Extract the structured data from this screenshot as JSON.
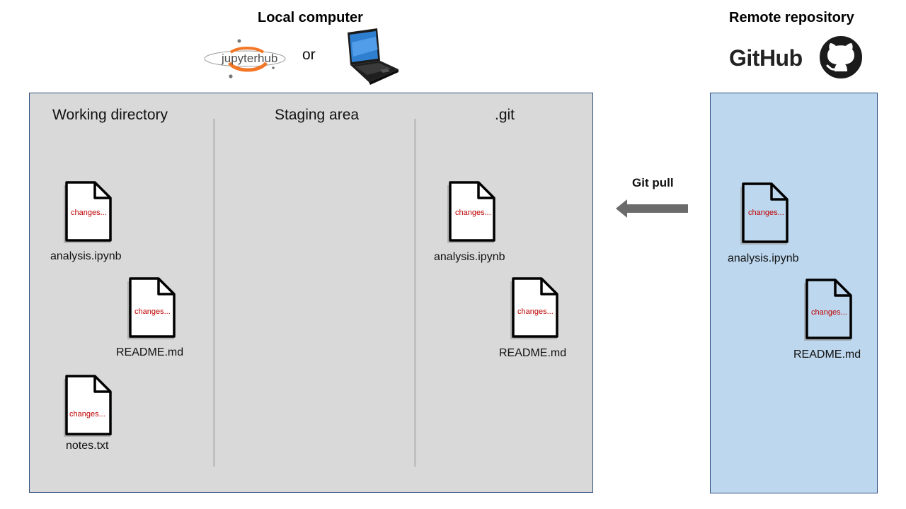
{
  "header": {
    "local_title": "Local computer",
    "remote_title": "Remote repository",
    "or_text": "or",
    "jupyterhub_logo_text": "jupyterhub",
    "github_logo_text": "GitHub"
  },
  "sections": {
    "working_directory": "Working directory",
    "staging_area": "Staging area",
    "git": ".git"
  },
  "files": {
    "change_note": "changes...",
    "working": [
      "analysis.ipynb",
      "README.md",
      "notes.txt"
    ],
    "git": [
      "analysis.ipynb",
      "README.md"
    ],
    "remote": [
      "analysis.ipynb",
      "README.md"
    ]
  },
  "arrow": {
    "label": "Git pull",
    "color": "#6b6b6b"
  },
  "colors": {
    "local_panel": "#d9d9d9",
    "remote_panel": "#bdd7ee",
    "jupyter_orange": "#f37726",
    "changes_text": "#c00000"
  },
  "icons": [
    "jupyterhub-logo-icon",
    "laptop-icon",
    "github-logo-icon",
    "document-icon",
    "left-arrow-icon"
  ]
}
